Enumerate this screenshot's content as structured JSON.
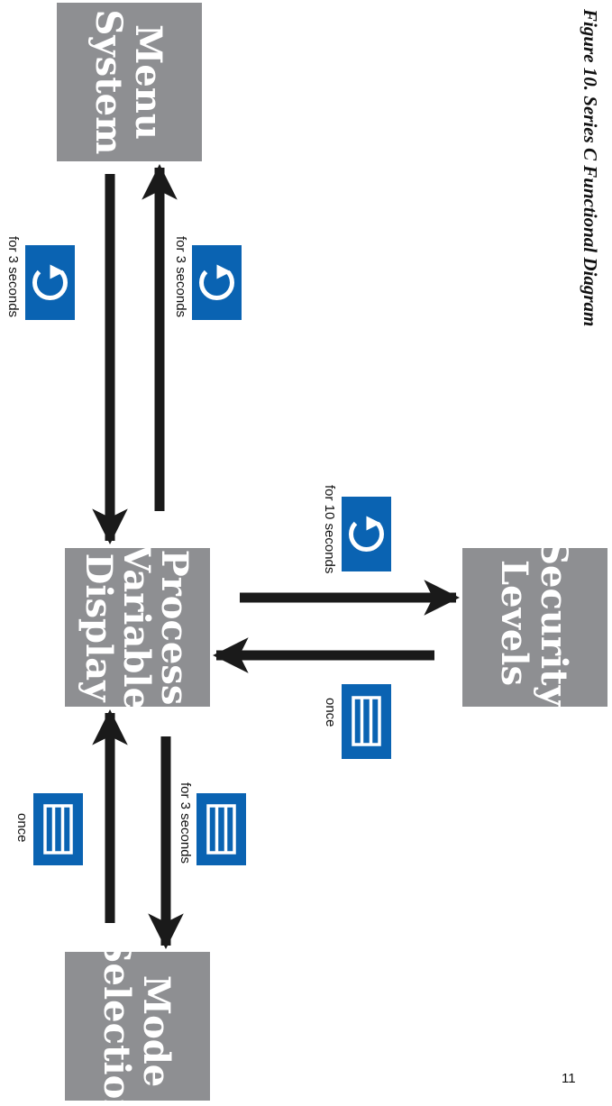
{
  "figure_title": "Figure 10. Series C Functional Diagram",
  "page_number": "11",
  "colors": {
    "box": "#8e8f92",
    "button": "#0a63b2",
    "arrow": "#1a1a1a"
  },
  "nodes": {
    "menu": [
      "Menu",
      "System"
    ],
    "process": [
      "Process",
      "Variable",
      "Display"
    ],
    "security": [
      "Security",
      "Levels"
    ],
    "mode": [
      "Mode",
      "Selection"
    ]
  },
  "transitions": {
    "menu_to_process": {
      "button_icon": "cycle-arrow-icon",
      "caption": "for 3 seconds"
    },
    "process_to_menu": {
      "button_icon": "cycle-arrow-icon",
      "caption": "for 3 seconds"
    },
    "process_to_security": {
      "button_icon": "cycle-arrow-icon",
      "caption": "for 10 seconds"
    },
    "security_to_process": {
      "button_icon": "menu-bars-icon",
      "caption": "once"
    },
    "mode_to_process": {
      "button_icon": "menu-bars-icon",
      "caption": "once"
    },
    "process_to_mode": {
      "button_icon": "menu-bars-icon",
      "caption": "for 3 seconds"
    }
  }
}
